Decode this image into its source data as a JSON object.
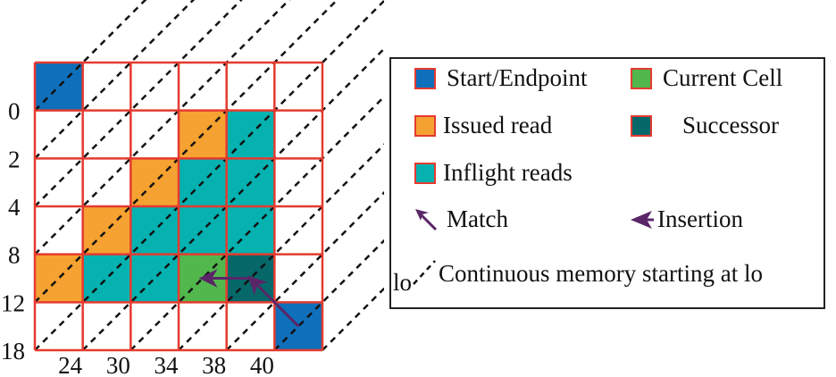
{
  "grid": {
    "rows": 6,
    "cols": 6,
    "row_labels": [
      "0",
      "2",
      "4",
      "8",
      "12",
      "18"
    ],
    "col_labels": [
      "24",
      "30",
      "34",
      "38",
      "40"
    ],
    "cells": [
      [
        "start",
        "empty",
        "empty",
        "empty",
        "empty",
        "empty"
      ],
      [
        "empty",
        "empty",
        "empty",
        "issued",
        "inflight",
        "empty"
      ],
      [
        "empty",
        "empty",
        "issued",
        "inflight",
        "inflight",
        "empty"
      ],
      [
        "empty",
        "issued",
        "inflight",
        "inflight",
        "inflight",
        "empty"
      ],
      [
        "issued",
        "inflight",
        "inflight",
        "current",
        "successor",
        "empty"
      ],
      [
        "empty",
        "empty",
        "empty",
        "empty",
        "empty",
        "start"
      ]
    ],
    "arrows": [
      {
        "type": "match",
        "from_cell": [
          5,
          5
        ],
        "to_cell": [
          4,
          4
        ]
      },
      {
        "type": "insertion",
        "from_cell": [
          4,
          4
        ],
        "to_cell": [
          4,
          3
        ]
      }
    ]
  },
  "colors": {
    "start": "#0f6fba",
    "issued": "#f5a232",
    "inflight": "#05b2b0",
    "current": "#52b74c",
    "successor": "#07686a",
    "empty": "#ffffff",
    "grid_line": "#e53a2f",
    "arrow": "#5a2668",
    "dash": "#111111"
  },
  "legend": {
    "start": "Start/Endpoint",
    "current": "Current Cell",
    "issued": "Issued read",
    "successor": "Successor",
    "inflight": "Inflight reads",
    "match": "Match",
    "insertion": "Insertion",
    "memory_prefix": "lo",
    "memory": "Continuous memory starting at lo"
  }
}
